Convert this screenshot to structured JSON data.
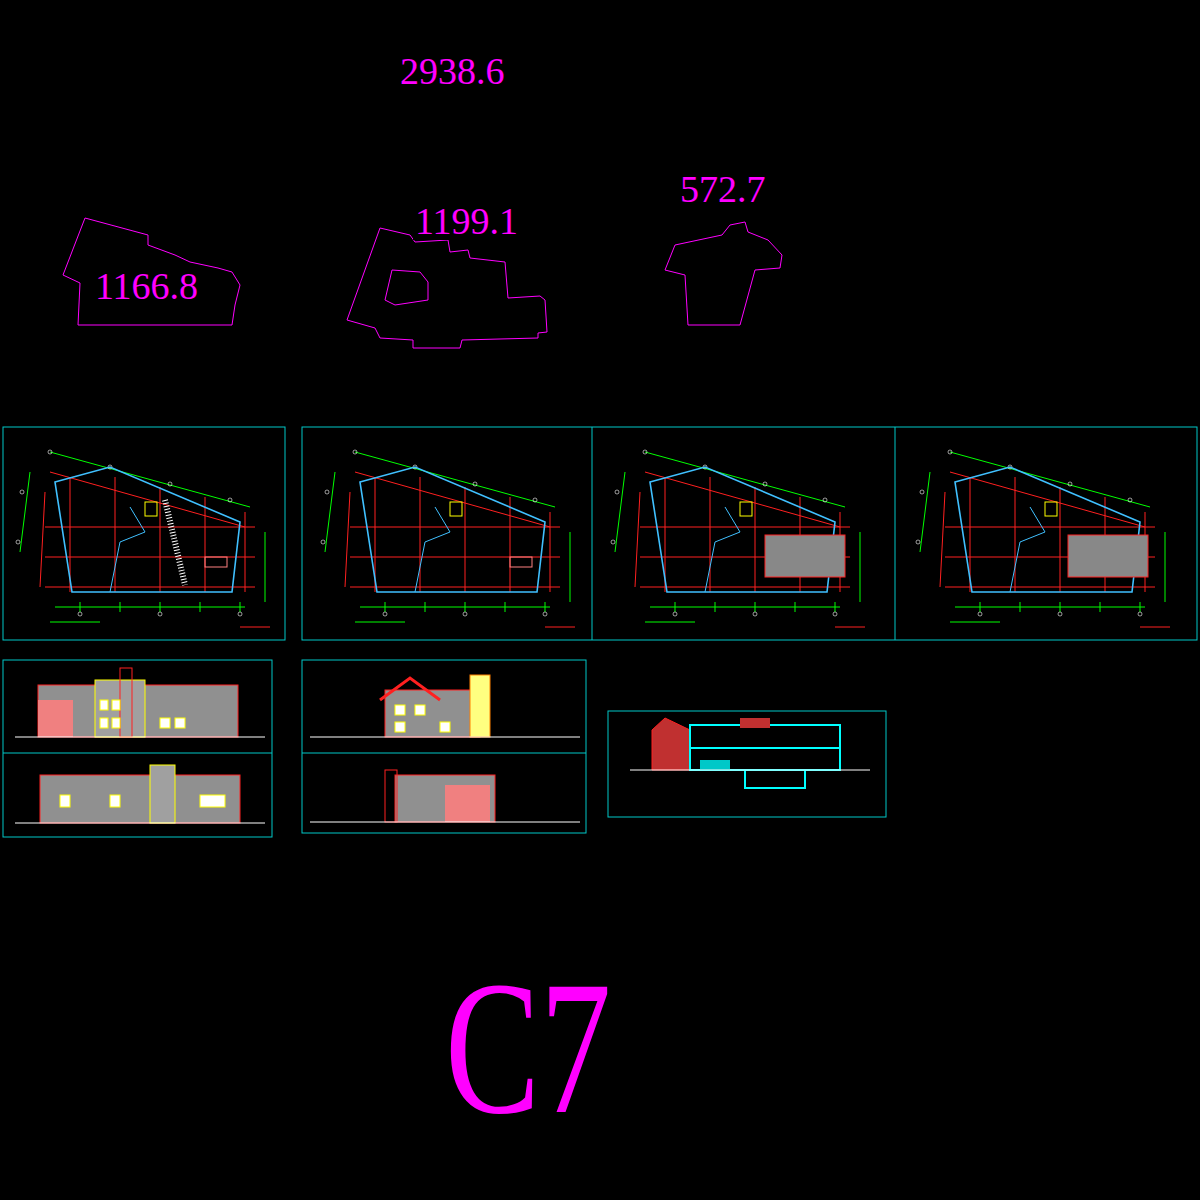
{
  "diagram": {
    "nodes": [
      {
        "text": [
          "1166.8"
        ]
      },
      {
        "text": [
          "1199.1"
        ]
      },
      {
        "text": [
          "572.7"
        ]
      }
    ],
    "labels": [
      "2938.6",
      "C7"
    ]
  }
}
